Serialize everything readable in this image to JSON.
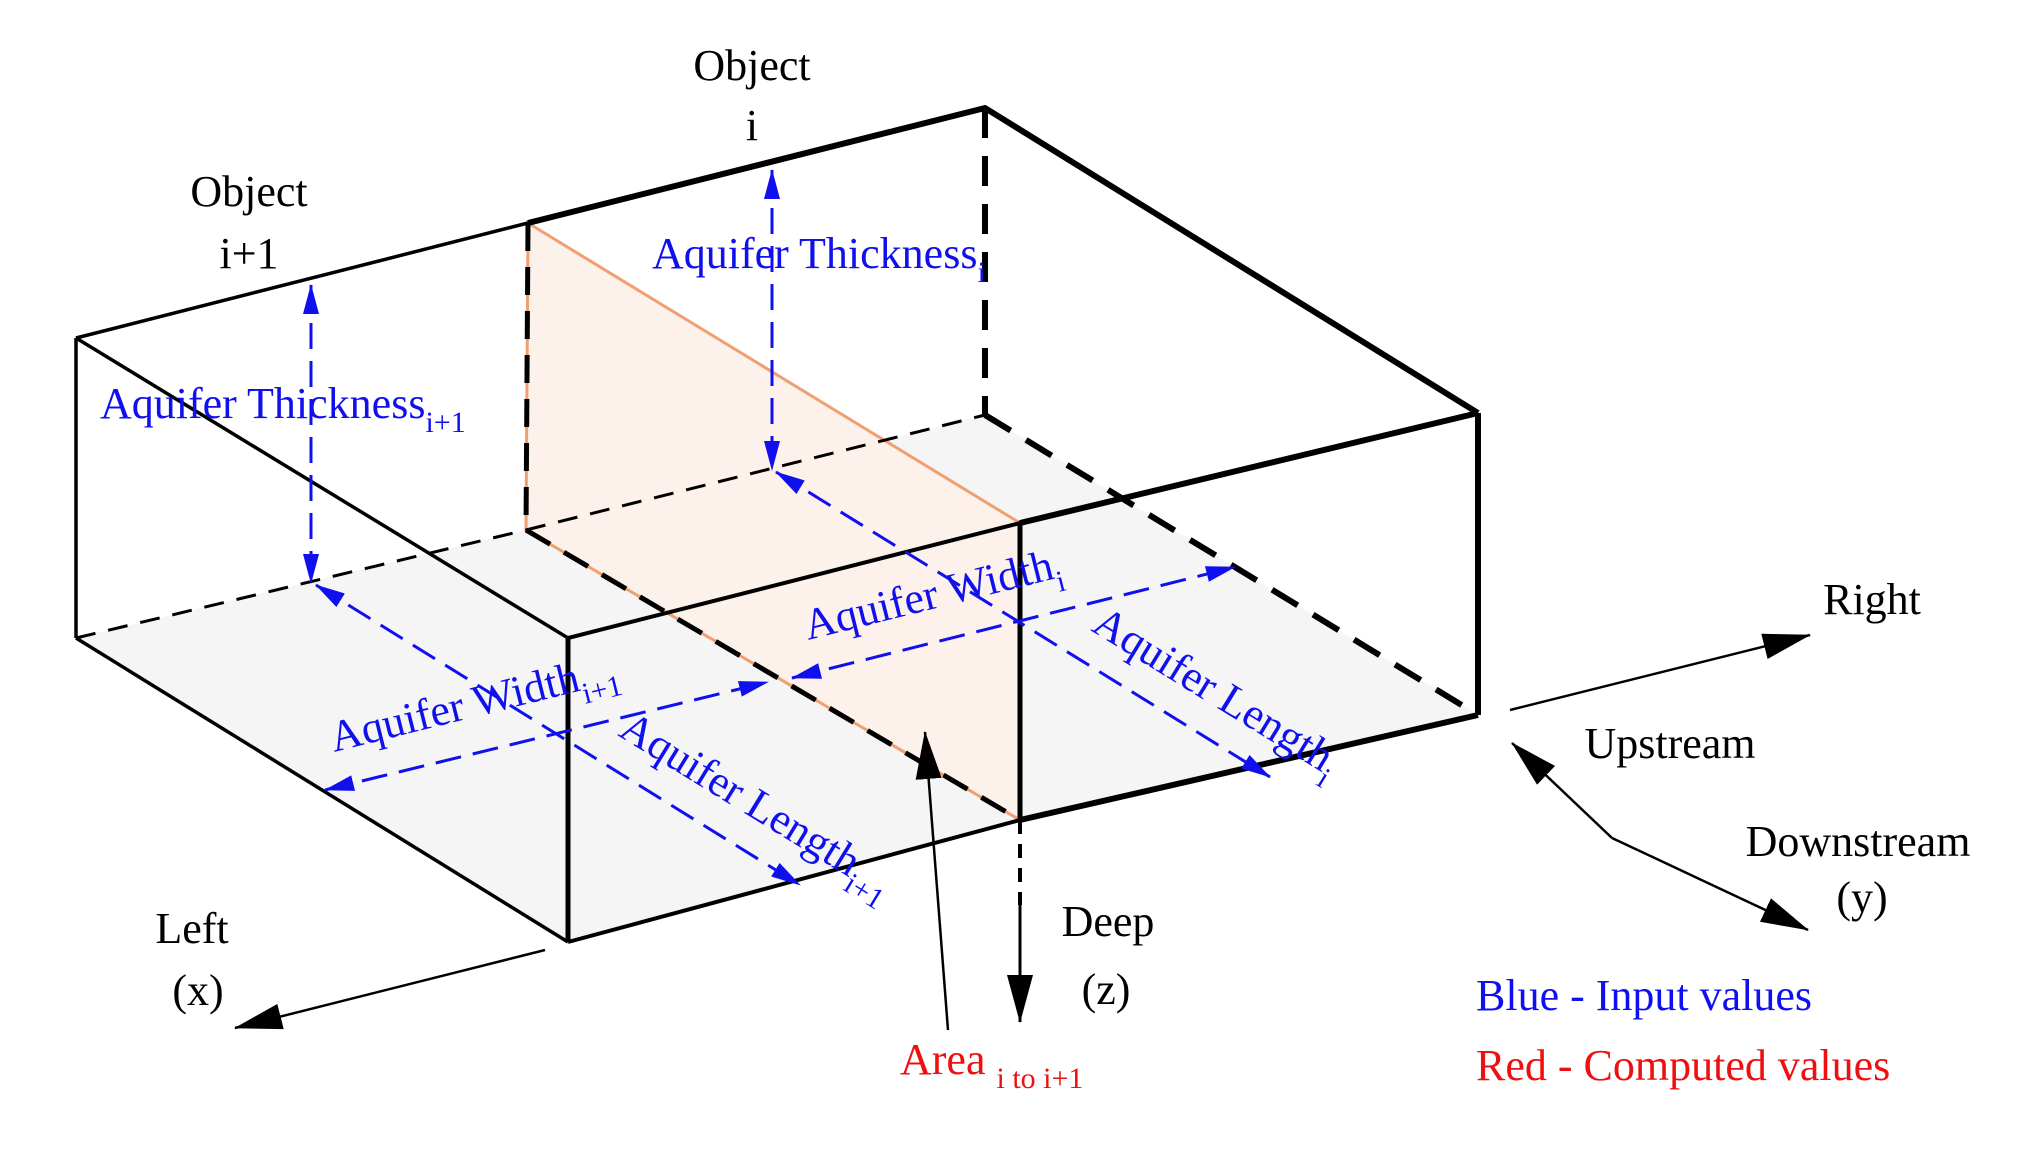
{
  "diagram": {
    "object_i_title": "Object",
    "object_i_index": "i",
    "object_i1_title": "Object",
    "object_i1_index": "i+1",
    "thickness_i": {
      "text": "Aquifer Thickness",
      "sub": "i"
    },
    "thickness_i1": {
      "text": "Aquifer Thickness",
      "sub": "i+1"
    },
    "width_i": {
      "text": "Aquifer Width",
      "sub": "i"
    },
    "width_i1": {
      "text": "Aquifer Width",
      "sub": "i+1"
    },
    "length_i": {
      "text": "Aquifer Length",
      "sub": "i"
    },
    "length_i1": {
      "text": "Aquifer Length",
      "sub": "i+1"
    },
    "area": {
      "text": "Area ",
      "sub": "i to i+1"
    },
    "axes": {
      "right": "Right",
      "upstream": "Upstream",
      "downstream": "Downstream",
      "y": "(y)",
      "left": "Left",
      "x": "(x)",
      "deep": "Deep",
      "z": "(z)"
    },
    "legend": {
      "blue": "Blue - Input values",
      "red": "Red - Computed values"
    },
    "colors": {
      "input": "#1010ee",
      "computed": "#ee1010",
      "area_fill": "#fdf1ec",
      "area_stroke": "#f0a070",
      "floor_fill": "#f5f5f5",
      "lines": "#000000"
    }
  }
}
